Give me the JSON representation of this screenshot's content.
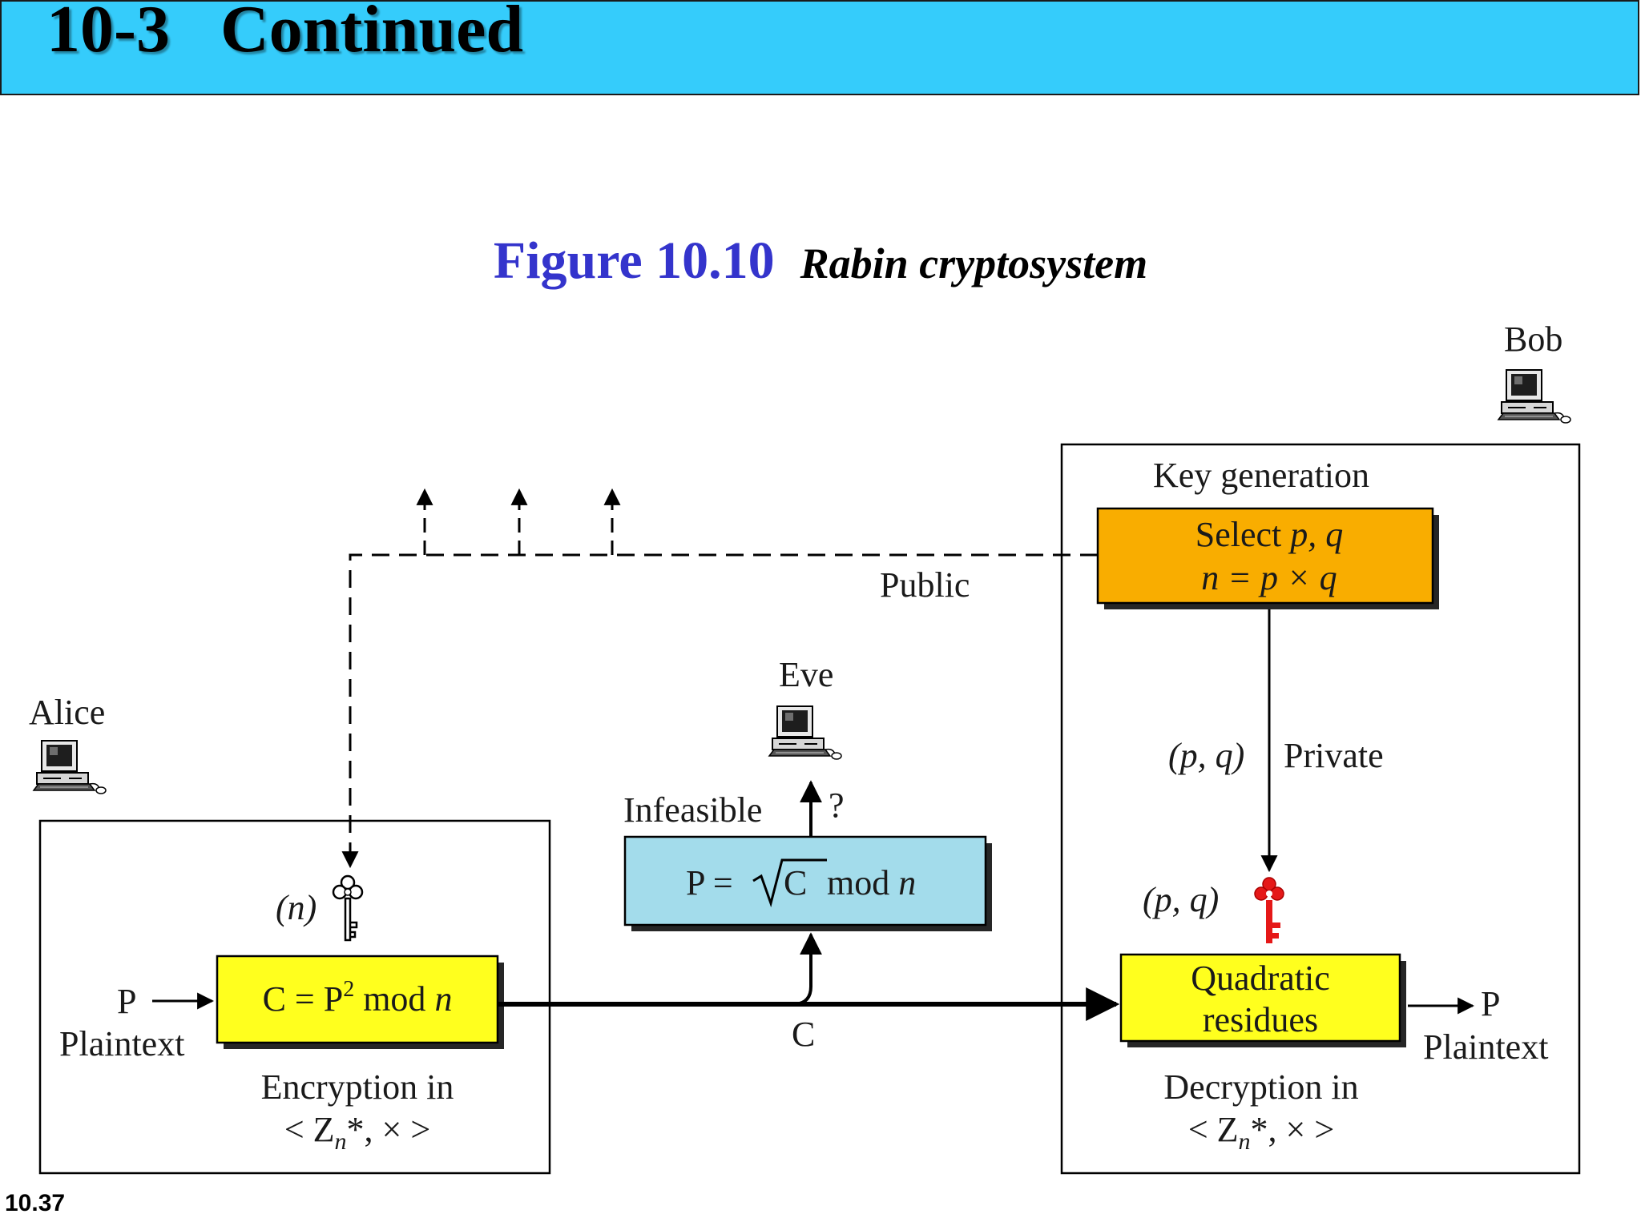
{
  "slide": {
    "title": "10-3   Continued",
    "page_number": "10.37"
  },
  "figure": {
    "number": "Figure 10.10",
    "name": "Rabin cryptosystem"
  },
  "parties": {
    "alice": "Alice",
    "bob": "Bob",
    "eve": "Eve"
  },
  "key_generation": {
    "title": "Key generation",
    "line1_prefix": "Select ",
    "line1_vars": "p, q",
    "line2": "n = p × q",
    "public_label": "Public",
    "private_label": "Private",
    "private_key": "(p, q)"
  },
  "encryption": {
    "input": "P",
    "input_label": "Plaintext",
    "public_key": "(n)",
    "formula_prefix": "C = P",
    "formula_exp": "2",
    "formula_suffix": " mod ",
    "formula_var": "n",
    "caption_line1": "Encryption in",
    "caption_line2_a": "< Z",
    "caption_line2_sub": "n",
    "caption_line2_b": "*, × >"
  },
  "attack": {
    "formula_prefix": "P = ",
    "formula_root": "C",
    "formula_suffix": " mod ",
    "formula_var": "n",
    "infeasible_label": "Infeasible",
    "question_mark": "?",
    "ciphertext_label": "C"
  },
  "decryption": {
    "private_key": "(p, q)",
    "box_line1": "Quadratic",
    "box_line2": "residues",
    "output": "P",
    "output_label": "Plaintext",
    "caption_line1": "Decryption in",
    "caption_line2_a": "< Z",
    "caption_line2_sub": "n",
    "caption_line2_b": "*, × >"
  },
  "colors": {
    "header_bg": "#35ccfb",
    "figure_number": "#3434cc",
    "keygen_box": "#f9ad00",
    "encrypt_box": "#ffff1e",
    "decrypt_box": "#ffff1e",
    "attack_box": "#a3dceb",
    "private_key_icon": "#e51818"
  },
  "icons": {
    "computer": "computer-icon",
    "public_key": "key-icon",
    "private_key": "red-key-icon"
  }
}
